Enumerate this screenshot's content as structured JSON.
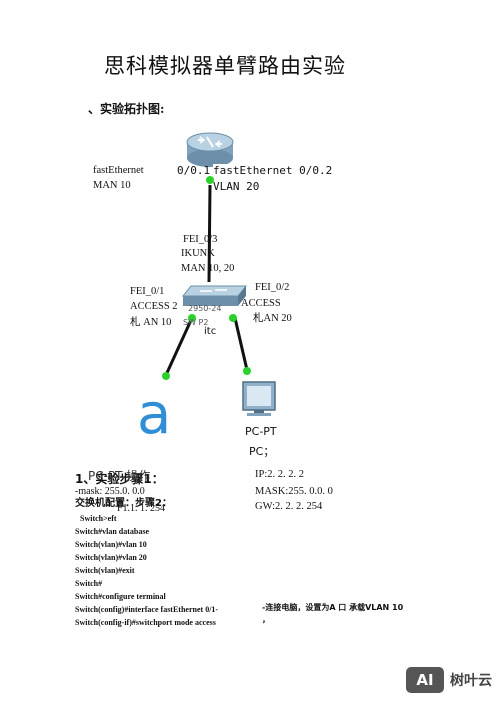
{
  "title": "思科模拟器单臂路由实验",
  "section_topology": "、实验拓扑图:",
  "router": {
    "left_label_1": "fastEthernet",
    "left_label_2": "MAN 10",
    "port_left": "0/0.1",
    "port_right": "fastEthernet  0/0.2",
    "vlan_right": "VLAN 20"
  },
  "trunk": {
    "line1": "FEI_0/3",
    "line2": "IKUNK",
    "line3": "MAN 10, 20"
  },
  "switch": {
    "left_port": "FEI_0/1",
    "left_mode": "ACCESS 2",
    "left_vlan": "札 AN 10",
    "right_port": "FEI_0/2",
    "right_mode": "ACCESS",
    "right_vlan": "札AN 20",
    "name": "itc",
    "overlay_text": "2950-24",
    "overlay_sub": "SW  P2"
  },
  "pc_left": {
    "glyph": "a"
  },
  "pc_right": {
    "type": "PC-PT",
    "name": "PC；"
  },
  "steps_heading": "1、实验步骤1：",
  "steps_overlay": "PC-PT 操作",
  "steps_sub": "交换机配置：步骤2：",
  "left_ip_overlay": "-mask: 255.0. 0.0",
  "left_gw": "F1.1. 1. 254",
  "right_ip": {
    "ip": "IP:2. 2. 2. 2",
    "mask": "MASK:255. 0.0. 0",
    "gw": "GW:2. 2. 2. 254"
  },
  "commands": [
    "Switch>eft",
    "Switch#vlan database",
    "Switch(vlan)#vlan 10",
    "Switch(vlan)#vlan 20",
    "Switch(vlan)#exit",
    "Switch#",
    "Switch#configure terminal",
    "Switch(config)#interface fastEthernet 0/1-",
    "Switch(config-if)#switchport mode access"
  ],
  "note": "-连接电脑，设置为A 口     承载VLAN 10",
  "note_mark": "，",
  "watermark": {
    "badge": "AI",
    "text": "树叶云"
  }
}
